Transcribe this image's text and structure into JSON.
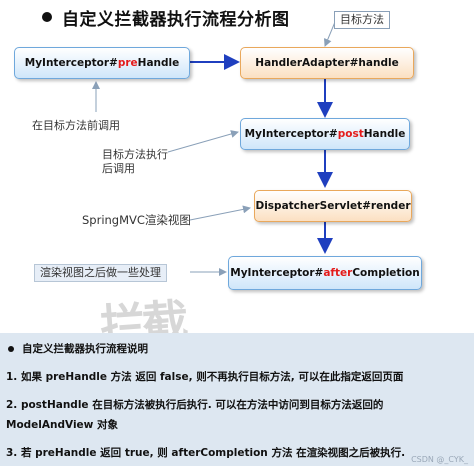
{
  "title": "自定义拦截器执行流程分析图",
  "boxes": {
    "pre": {
      "before": "MyInterceptor#",
      "hl": "pre",
      "after": "Handle"
    },
    "adapter": {
      "text": "HandlerAdapter#handle"
    },
    "post": {
      "before": "MyInterceptor#",
      "hl": "post",
      "after": "Handle"
    },
    "render": {
      "text": "DispatcherServlet#render"
    },
    "after": {
      "before": "MyInterceptor#",
      "hl": "after",
      "after": "Completion"
    }
  },
  "notes": {
    "target": "目标方法",
    "pre_call": "在目标方法前调用",
    "post_call": "目标方法执行\n后调用",
    "render": "SpringMVC渲染视图",
    "after": "渲染视图之后做一些处理"
  },
  "watermark": "拦截",
  "explanation": {
    "heading": "自定义拦截器执行流程说明",
    "lines": [
      "1. 如果 preHandle  方法    返回  false, 则不再执行目标方法, 可以在此指定返回页面",
      "2. postHandle  在目标方法被执行后执行. 可以在方法中访问到目标方法返回的",
      "ModelAndView  对象",
      "3. 若 preHandle  返回  true, 则 afterCompletion  方法    在渲染视图之后被执行."
    ],
    "source_mark": "CSDN @_CYK_"
  },
  "colors": {
    "accent_red": "#e41a1a",
    "blue_box": "#cfe6fa",
    "orange_box": "#fbe0c2",
    "arrow": "#1f3fbf"
  }
}
